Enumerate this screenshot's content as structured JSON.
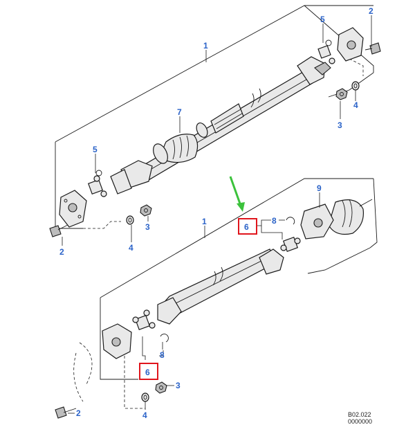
{
  "callouts": {
    "c1_top": "1",
    "c2_top_right": "2",
    "c3_top_right": "3",
    "c4_top_right": "4",
    "c5_top_right": "5",
    "c7": "7",
    "c5_left": "5",
    "c3_mid": "3",
    "c4_mid": "4",
    "c2_mid_left": "2",
    "c9": "9",
    "c8_upper": "8",
    "c6_upper": "6",
    "c1_bottom": "1",
    "c8_lower": "8",
    "c6_lower": "6",
    "c3_bottom": "3",
    "c4_bottom": "4",
    "c2_bottom": "2"
  },
  "reference": {
    "code": "B02.022",
    "code2": "0000000"
  },
  "colors": {
    "callout_text": "#2a62c8",
    "highlight_box": "#e0151c",
    "arrow": "#3cc23c",
    "line": "#1a1a1a"
  },
  "highlighted_callouts": [
    "6",
    "6"
  ]
}
